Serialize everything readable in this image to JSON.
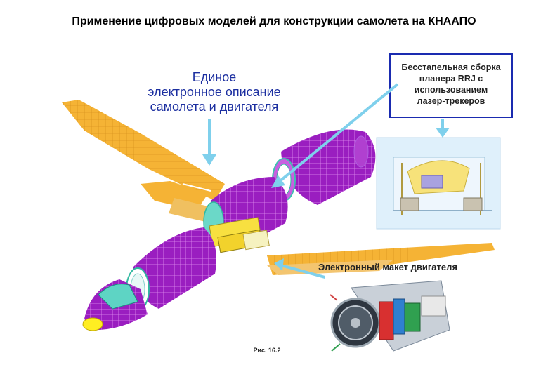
{
  "title": "Применение цифровых моделей для конструкции самолета на КНААПО",
  "left_label": [
    "Единое",
    "электронное описание",
    "самолета и двигателя"
  ],
  "assembly_box": [
    "Бесстапельная сборка",
    "планера RRJ с",
    "использованием",
    "лазер-трекеров"
  ],
  "engine_label": "Электронный макет двигателя",
  "figure_caption": "Рис. 16.2",
  "colors": {
    "arrow": "#7fd0ec",
    "box_border": "#1a2bb0",
    "label_blue": "#1c2fa0",
    "fuselage": "#a020c0",
    "wing": "#f5b335",
    "nose_yellow": "#ffee22"
  }
}
